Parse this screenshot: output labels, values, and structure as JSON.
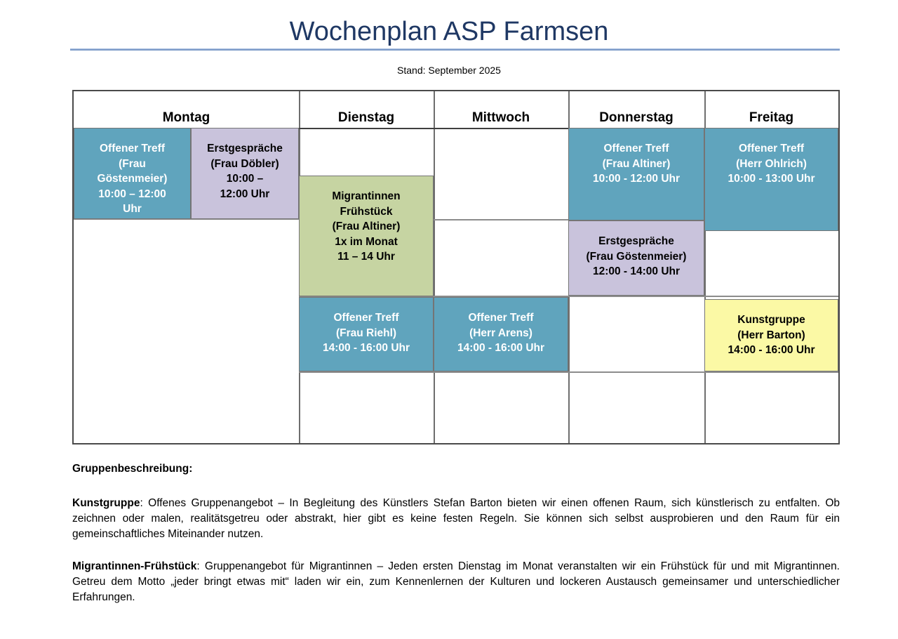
{
  "header": {
    "title": "Wochenplan ASP Farmsen",
    "stand": "Stand: September 2025"
  },
  "colors": {
    "title_text": "#1F3864",
    "title_rule": "#7E9CC9",
    "event_teal": "#60A4BD",
    "event_lavender": "#C9C3DC",
    "event_green": "#C6D4A2",
    "event_yellow": "#FBF9A5",
    "grid_border": "#4A4A4A"
  },
  "schedule": {
    "days": [
      {
        "label": "Montag"
      },
      {
        "label": "Dienstag"
      },
      {
        "label": "Mittwoch"
      },
      {
        "label": "Donnerstag"
      },
      {
        "label": "Freitag"
      }
    ],
    "events": [
      {
        "day": "Montag",
        "color": "teal",
        "text": "Offener Treff\n(Frau\nGöstenmeier)\n10:00 – 12:00\nUhr"
      },
      {
        "day": "Montag",
        "color": "lavender",
        "text": "Erstgespräche\n(Frau Döbler)\n10:00 –\n12:00 Uhr"
      },
      {
        "day": "Dienstag",
        "color": "green",
        "text": "Migrantinnen\nFrühstück\n(Frau Altiner)\n1x im Monat\n11 – 14 Uhr"
      },
      {
        "day": "Donnerstag",
        "color": "teal",
        "text": "Offener Treff\n(Frau Altiner)\n10:00 - 12:00 Uhr"
      },
      {
        "day": "Donnerstag",
        "color": "lavender",
        "text": "Erstgespräche\n(Frau Göstenmeier)\n12:00 - 14:00 Uhr"
      },
      {
        "day": "Freitag",
        "color": "teal",
        "text": "Offener Treff\n(Herr Ohlrich)\n10:00 - 13:00 Uhr"
      },
      {
        "day": "Dienstag",
        "color": "teal",
        "text": "Offener Treff\n(Frau Riehl)\n14:00 - 16:00 Uhr"
      },
      {
        "day": "Mittwoch",
        "color": "teal",
        "text": "Offener Treff\n(Herr Arens)\n14:00 - 16:00 Uhr"
      },
      {
        "day": "Freitag",
        "color": "yellow",
        "text": "Kunstgruppe\n(Herr Barton)\n14:00 - 16:00 Uhr"
      }
    ]
  },
  "descriptions": {
    "heading": "Gruppenbeschreibung:",
    "paragraphs": [
      {
        "lead": "Kunstgruppe",
        "rest": ": Offenes Gruppenangebot – In Begleitung des Künstlers Stefan Barton bieten wir einen offenen Raum, sich künstlerisch zu entfalten. Ob zeichnen oder malen, realitätsgetreu oder abstrakt, hier gibt es keine festen Regeln. Sie können sich selbst ausprobieren und den Raum für ein gemeinschaftliches Miteinander nutzen."
      },
      {
        "lead": "Migrantinnen-Frühstück",
        "rest": ": Gruppenangebot für Migrantinnen – Jeden ersten Dienstag im Monat veranstalten wir ein Frühstück für und mit Migrantinnen. Getreu dem Motto „jeder bringt etwas mit“ laden wir ein, zum Kennenlernen der Kulturen und lockeren Austausch gemeinsamer und unterschiedlicher Erfahrungen."
      }
    ]
  }
}
